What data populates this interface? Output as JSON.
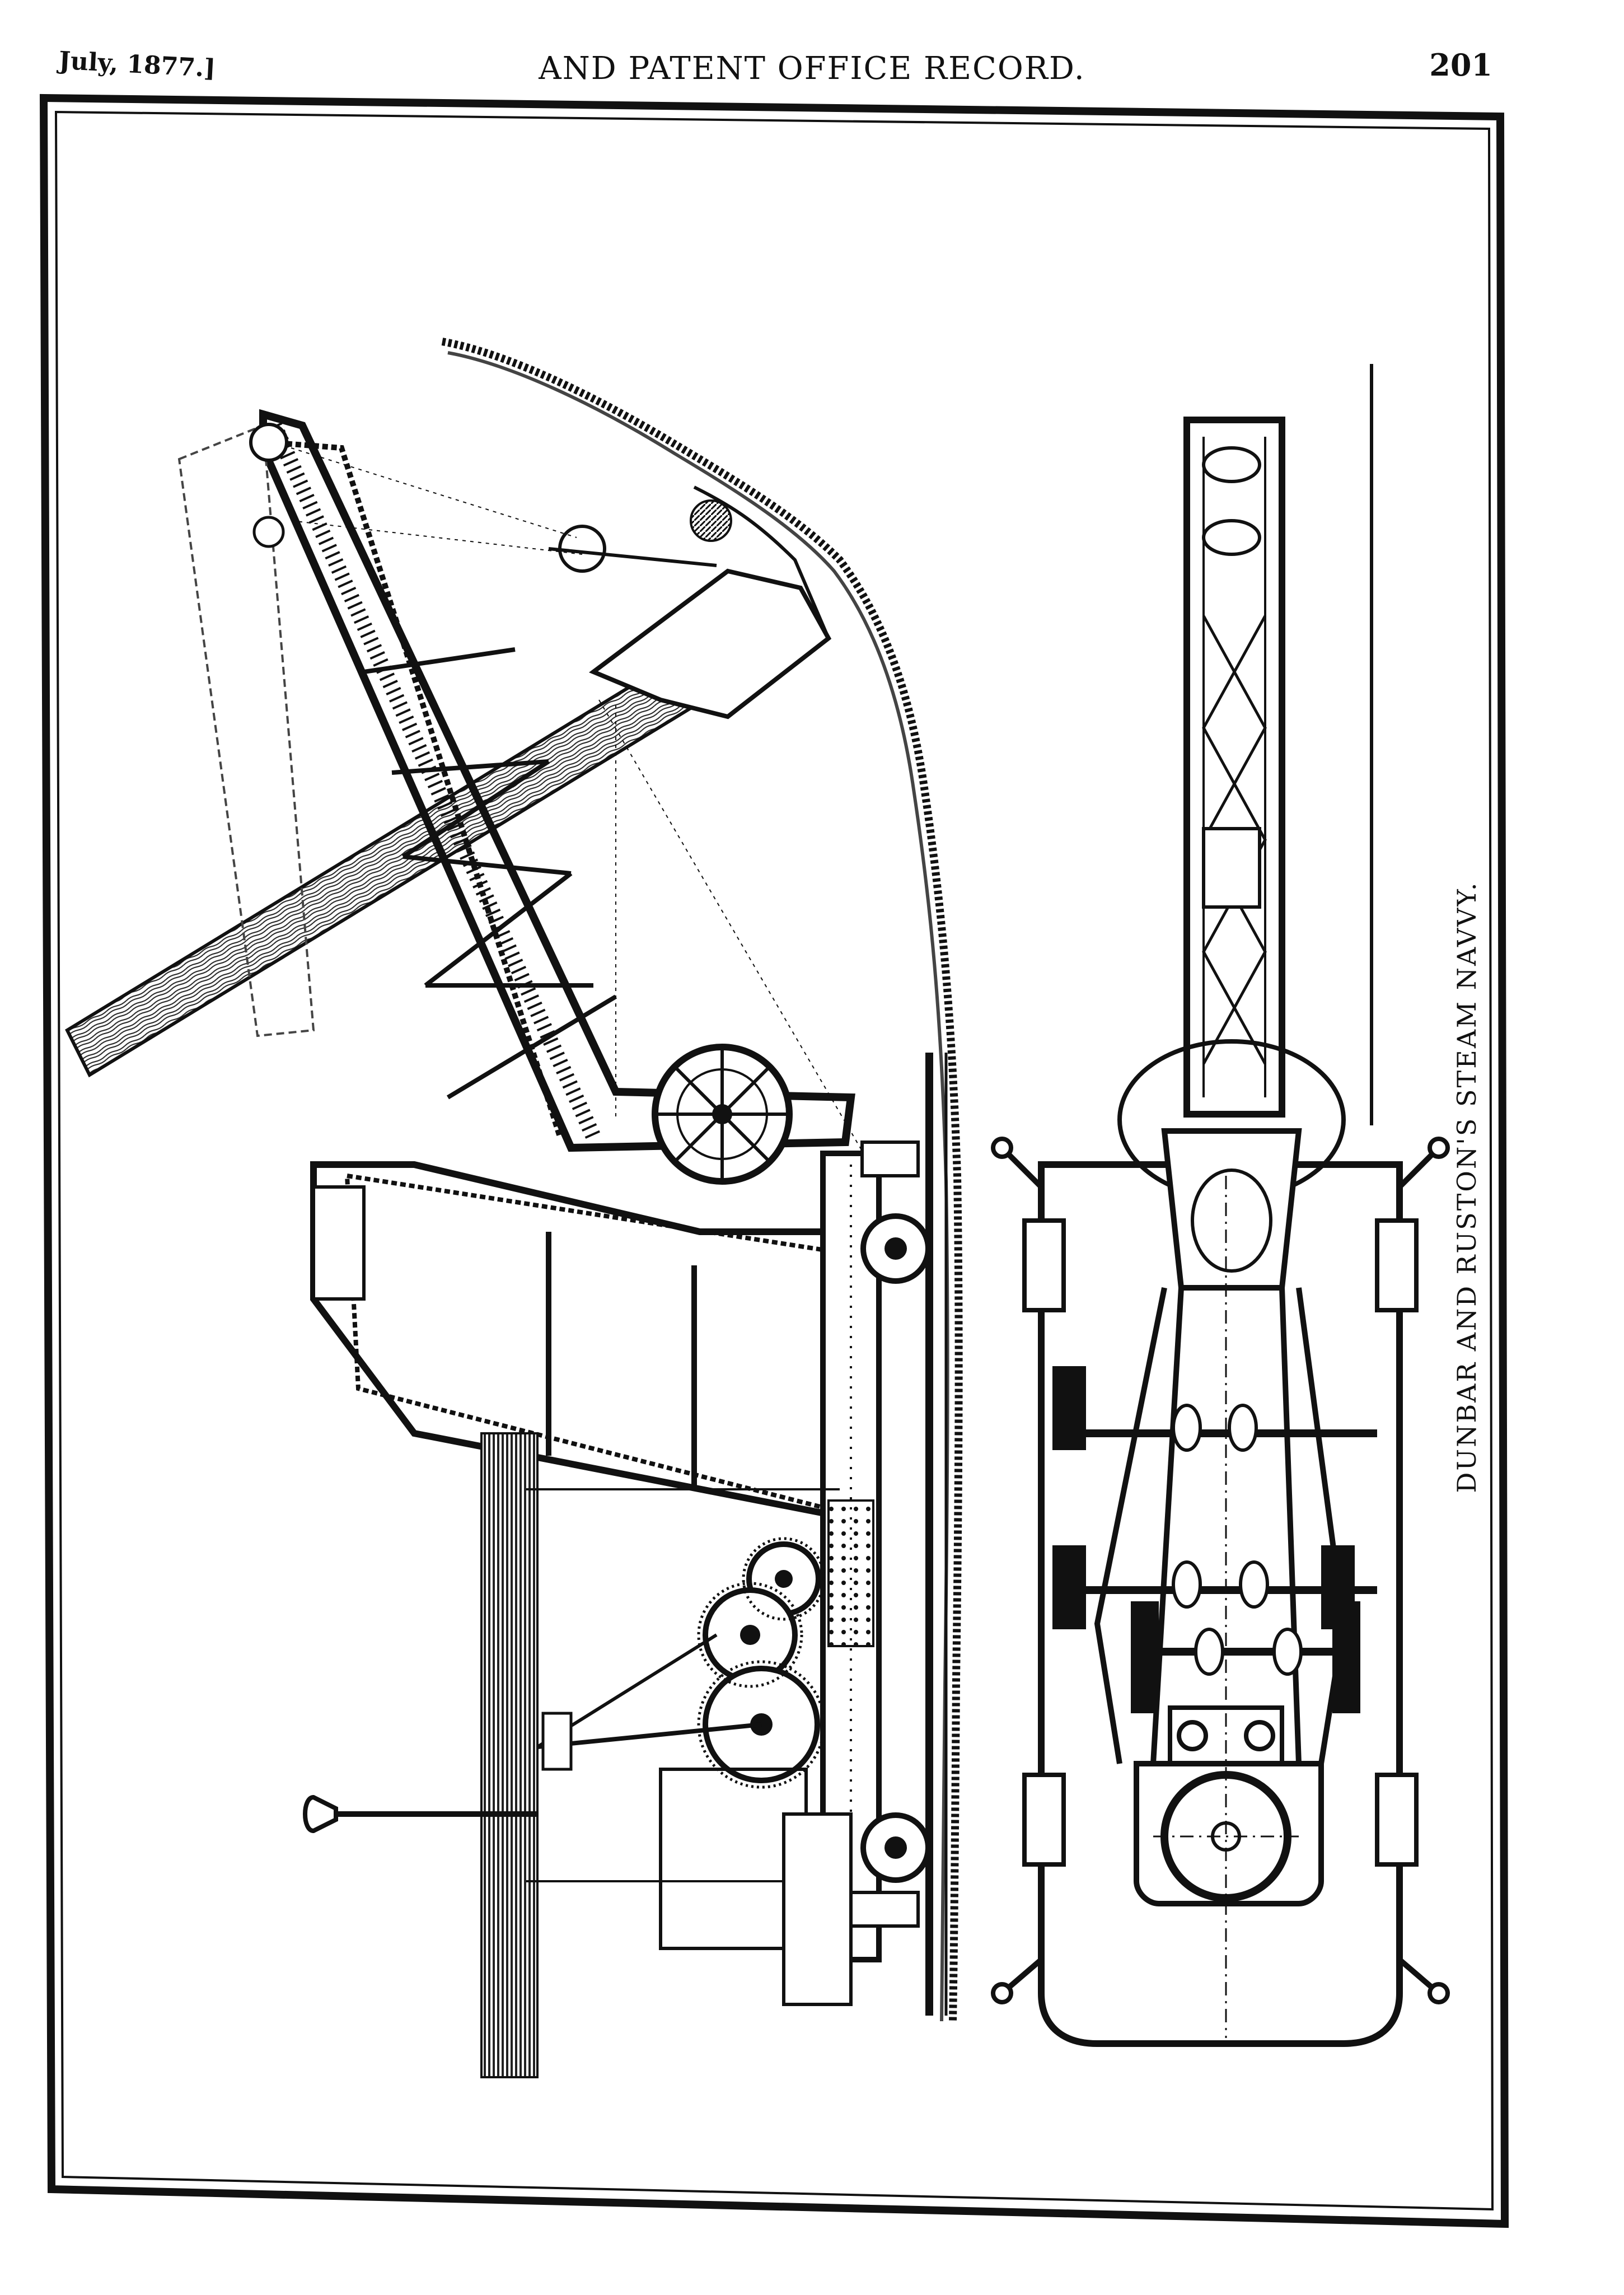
{
  "header": {
    "date": "July, 1877.]",
    "title": "AND PATENT OFFICE RECORD.",
    "page_number": "201"
  },
  "figure": {
    "caption": "DUNBAR AND RUSTON'S STEAM NAVVY."
  }
}
